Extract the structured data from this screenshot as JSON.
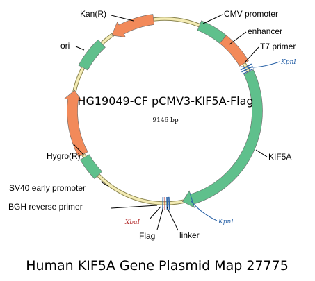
{
  "plasmid": {
    "name": "HG19049-CF pCMV3-KIF5A-Flag",
    "size_label": "9146 bp"
  },
  "caption": "Human KIF5A Gene Plasmid Map 27775",
  "colors": {
    "backbone": "#f4ecb4",
    "green_feature": "#5fc08c",
    "orange_feature": "#f28a5a",
    "site_blue": "#2a63a8",
    "xbai_red": "#b42b2b"
  },
  "features": [
    {
      "id": "cmv-promoter",
      "label": "CMV promoter",
      "color": "#5fc08c"
    },
    {
      "id": "enhancer",
      "label": "enhancer",
      "color": "#f28a5a"
    },
    {
      "id": "t7-primer",
      "label": "T7 primer",
      "color": "#2a63a8"
    },
    {
      "id": "kif5a",
      "label": "KIF5A",
      "color": "#5fc08c"
    },
    {
      "id": "linker",
      "label": "linker",
      "color": "#2a63a8"
    },
    {
      "id": "flag",
      "label": "Flag",
      "color": "#2a63a8"
    },
    {
      "id": "bgh-reverse-primer",
      "label": "BGH reverse primer",
      "color": "#2a63a8"
    },
    {
      "id": "sv40-early-promoter",
      "label": "SV40 early promoter",
      "color": "#5fc08c"
    },
    {
      "id": "hygro-r",
      "label": "Hygro(R)",
      "color": "#f28a5a"
    },
    {
      "id": "ori",
      "label": "ori",
      "color": "#5fc08c"
    },
    {
      "id": "kan-r",
      "label": "Kan(R)",
      "color": "#f28a5a"
    }
  ],
  "sites": [
    {
      "id": "kpni-top",
      "label": "KpnI",
      "color": "#2a63a8"
    },
    {
      "id": "kpni-bottom",
      "label": "KpnI",
      "color": "#2a63a8"
    },
    {
      "id": "xbai",
      "label": "XbaI",
      "color": "#b42b2b"
    }
  ]
}
